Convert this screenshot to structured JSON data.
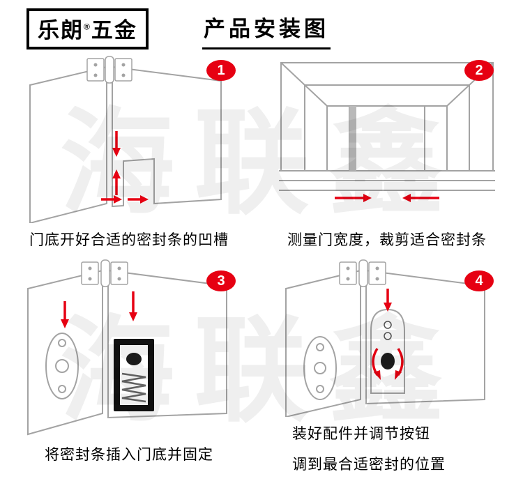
{
  "header": {
    "logo": {
      "part1": "乐朗",
      "reg_mark": "®",
      "part2": "五金",
      "full_name": "乐朗五金"
    },
    "title": "产品安装图"
  },
  "watermark": {
    "text": "海联鑫"
  },
  "steps": [
    {
      "number": "1",
      "caption": "门底开好合适的密封条的凹槽"
    },
    {
      "number": "2",
      "caption": "测量门宽度，裁剪适合密封条"
    },
    {
      "number": "3",
      "caption": "将密封条插入门底并固定"
    },
    {
      "number": "4",
      "caption_line1": "装好配件并调节按钮",
      "caption_line2": "调到最合适密封的位置"
    }
  ],
  "colors": {
    "step_badge": "#e60012",
    "arrows": "#e60012",
    "drawing_lines": "#a3a3a3"
  }
}
